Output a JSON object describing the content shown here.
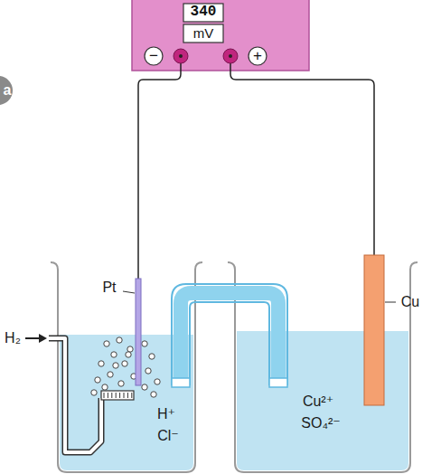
{
  "diagram": {
    "labels": [
      "a",
      "340",
      "mV",
      "−",
      "+",
      "Pt",
      "H₂",
      "H⁺",
      "Cl⁻",
      "Cu",
      "Cu²⁺",
      "SO₄²⁻"
    ]
  }
}
